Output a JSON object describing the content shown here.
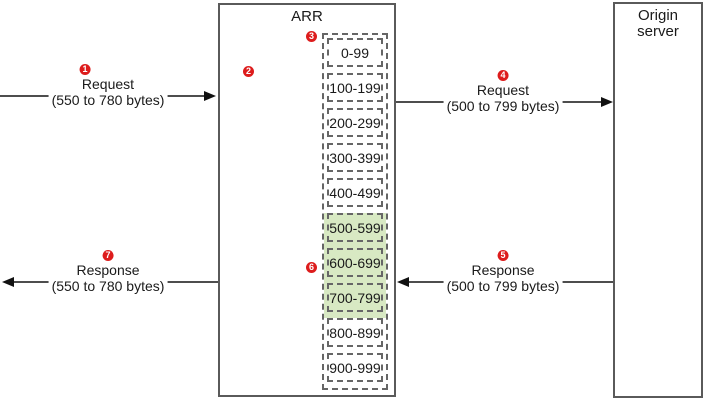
{
  "diagram": {
    "arr": {
      "title": "ARR",
      "arr_step_badge": "2",
      "cache_stack_badge": "3",
      "cache_hit_badge": "6"
    },
    "origin": {
      "title_lines": [
        "Origin",
        "server"
      ]
    },
    "cache_ranges": [
      {
        "label": "0-99",
        "cached": false
      },
      {
        "label": "100-199",
        "cached": false
      },
      {
        "label": "200-299",
        "cached": false
      },
      {
        "label": "300-399",
        "cached": false
      },
      {
        "label": "400-499",
        "cached": false
      },
      {
        "label": "500-599",
        "cached": true
      },
      {
        "label": "600-699",
        "cached": true
      },
      {
        "label": "700-799",
        "cached": true
      },
      {
        "label": "800-899",
        "cached": false
      },
      {
        "label": "900-999",
        "cached": false
      }
    ],
    "arrows": [
      {
        "badge": "1",
        "label": "Request",
        "detail": "(550 to 780 bytes)",
        "direction": "right"
      },
      {
        "badge": "4",
        "label": "Request",
        "detail": "(500 to 799 bytes)",
        "direction": "right"
      },
      {
        "badge": "5",
        "label": "Response",
        "detail": "(500 to 799 bytes)",
        "direction": "left"
      },
      {
        "badge": "7",
        "label": "Response",
        "detail": "(550 to 780 bytes)",
        "direction": "left"
      }
    ],
    "colors": {
      "cached_fill": "#d8e9c3",
      "badge_red": "#dd1c1c",
      "line_gray": "#4d4d4d",
      "border_gray": "#5a5a5a"
    }
  }
}
